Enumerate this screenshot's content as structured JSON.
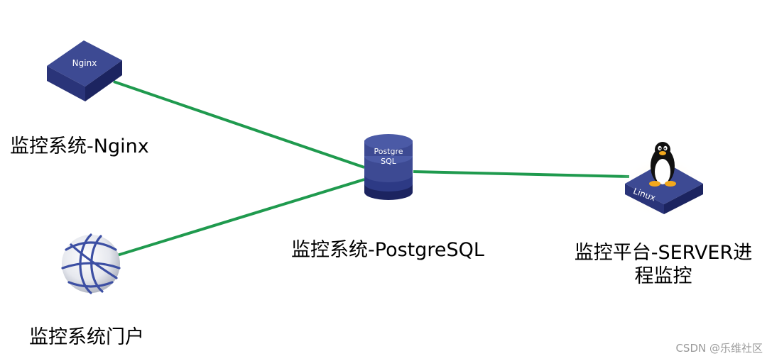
{
  "colors": {
    "link": "#1f9a4e",
    "device_top": "#3d4a93",
    "device_left": "#2a3479",
    "device_right": "#1c2460",
    "globe_line": "#3c4fa3",
    "linux_glow": "#fff5d8"
  },
  "nodes": {
    "nginx": {
      "icon": "switch-icon",
      "icon_text": "Nginx",
      "label": "监控系统-Nginx"
    },
    "portal": {
      "icon": "globe-icon",
      "label": "监控系统门户"
    },
    "postgres": {
      "icon": "database-icon",
      "icon_text_1": "Postgre",
      "icon_text_2": "SQL",
      "label": "监控系统-PostgreSQL"
    },
    "server": {
      "icon": "linux-server-icon",
      "icon_text": "Linux",
      "label": "监控平台-SERVER进程监控"
    }
  },
  "watermark": "CSDN @乐维社区"
}
